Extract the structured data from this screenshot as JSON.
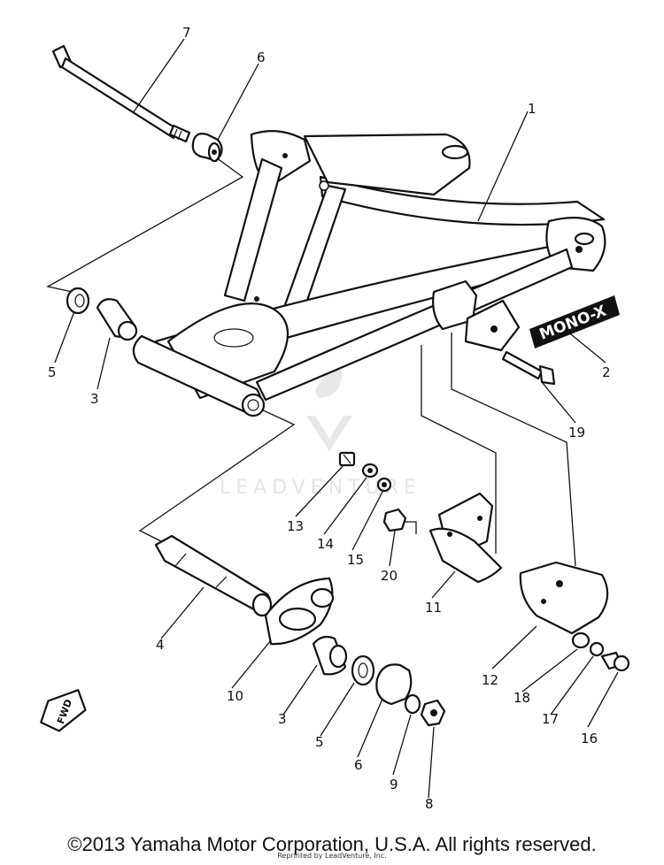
{
  "diagram": {
    "callouts": {
      "c1": "1",
      "c2": "2",
      "c3a": "3",
      "c3b": "3",
      "c4": "4",
      "c5a": "5",
      "c5b": "5",
      "c6a": "6",
      "c6b": "6",
      "c7": "7",
      "c8": "8",
      "c9": "9",
      "c10": "10",
      "c11": "11",
      "c12": "12",
      "c13": "13",
      "c14": "14",
      "c15": "15",
      "c16": "16",
      "c17": "17",
      "c18": "18",
      "c19": "19",
      "c20": "20"
    },
    "decal_text": "MONO-X",
    "fwd_label": "FWD",
    "watermark_text": "LEADVENTURE"
  },
  "footer": {
    "copyright": "©2013 Yamaha Motor Corporation, U.S.A. All rights reserved.",
    "reprint_note": "Reprinted by LeadVenture, Inc."
  }
}
